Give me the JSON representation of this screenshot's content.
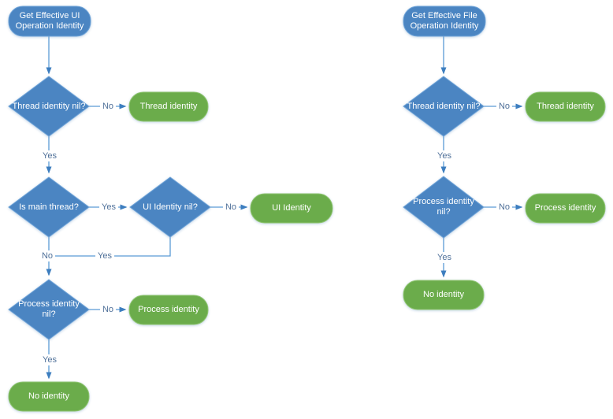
{
  "colors": {
    "process_fill": "#4b85c2",
    "process_border": "#6ea3d8",
    "terminal_fill": "#6bac4b",
    "terminal_border": "#90c571",
    "connector": "#5b9bd5",
    "arrowhead": "#3d7ebf",
    "edge_label_text": "#4f7099",
    "node_text": "#ffffff",
    "background": "#ffffff"
  },
  "left_chart": {
    "title_node": "Get Effective UI Operation Identity",
    "thread_decision": "Thread identity nil?",
    "thread_result": "Thread identity",
    "main_thread_decision": "Is main thread?",
    "ui_decision": "UI Identity nil?",
    "ui_result": "UI Identity",
    "process_decision": "Process identity nil?",
    "process_result": "Process identity",
    "no_identity_result": "No identity",
    "labels": {
      "thread_no": "No",
      "thread_yes": "Yes",
      "main_yes": "Yes",
      "main_no": "No",
      "ui_no": "No",
      "ui_yes": "Yes",
      "process_no": "No",
      "process_yes": "Yes"
    }
  },
  "right_chart": {
    "title_node": "Get Effective File Operation Identity",
    "thread_decision": "Thread identity nil?",
    "thread_result": "Thread identity",
    "process_decision": "Process identity nil?",
    "process_result": "Process identity",
    "no_identity_result": "No identity",
    "labels": {
      "thread_no": "No",
      "thread_yes": "Yes",
      "process_no": "No",
      "process_yes": "Yes"
    }
  }
}
